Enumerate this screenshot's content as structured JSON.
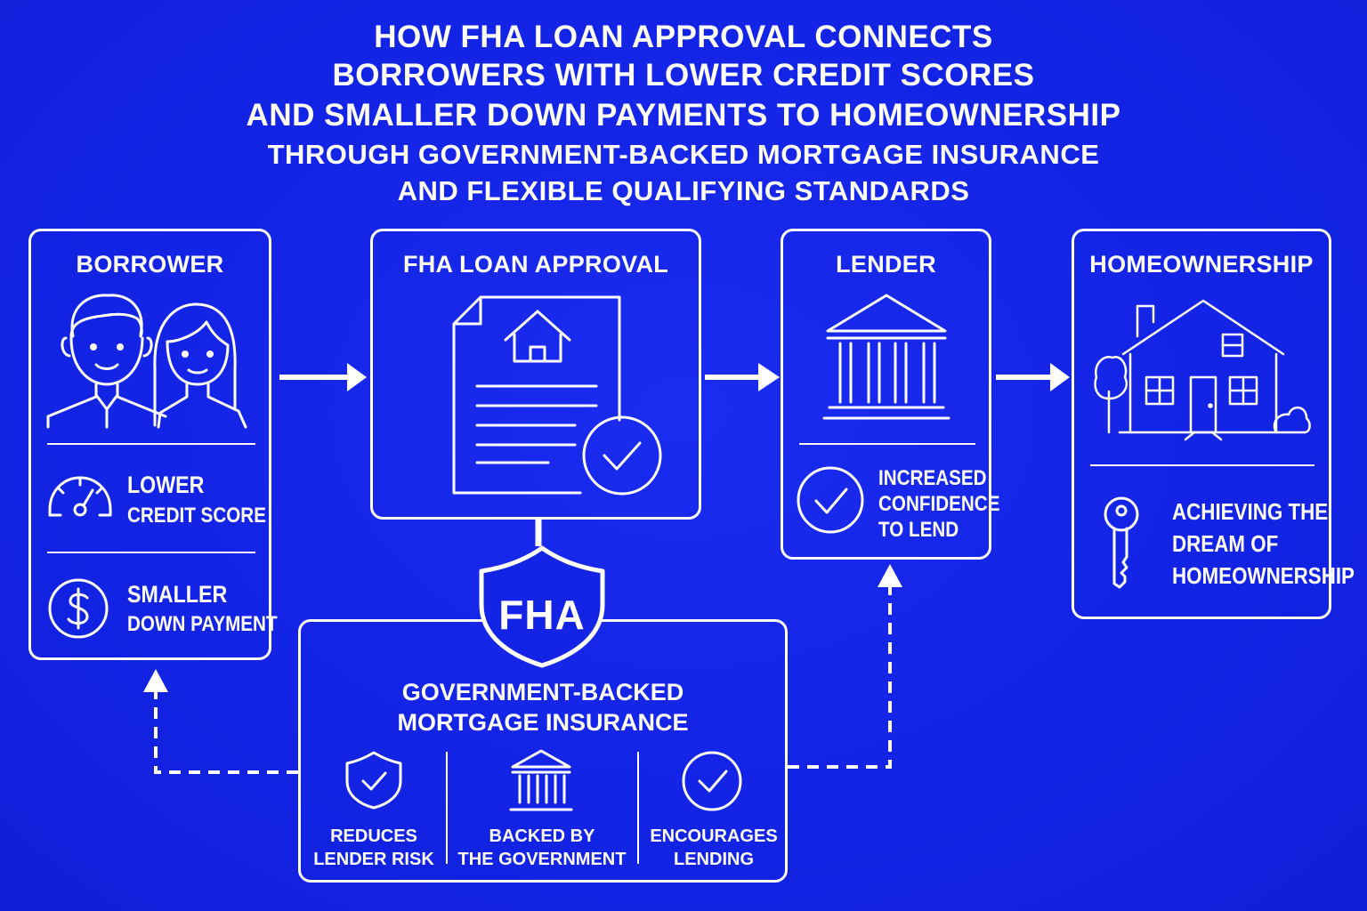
{
  "title": {
    "line1": "HOW FHA LOAN APPROVAL CONNECTS",
    "line2": "BORROWERS WITH LOWER CREDIT SCORES",
    "line3": "AND SMALLER DOWN PAYMENTS TO HOMEOWNERSHIP",
    "line4": "THROUGH GOVERNMENT-BACKED MORTGAGE INSURANCE",
    "line5": "AND FLEXIBLE QUALIFYING STANDARDS"
  },
  "borrower": {
    "title": "BORROWER",
    "item1_line1": "LOWER",
    "item1_line2": "CREDIT SCORE",
    "item2_line1": "SMALLER",
    "item2_line2": "DOWN PAYMENT"
  },
  "approval": {
    "title": "FHA LOAN APPROVAL"
  },
  "lender": {
    "title": "LENDER",
    "line1": "INCREASED",
    "line2": "CONFIDENCE",
    "line3": "TO LEND"
  },
  "home": {
    "title": "HOMEOWNERSHIP",
    "line1": "ACHIEVING THE",
    "line2": "DREAM OF",
    "line3": "HOMEOWNERSHIP"
  },
  "insurance": {
    "shield_label": "FHA",
    "title_line1": "GOVERNMENT-BACKED",
    "title_line2": "MORTGAGE INSURANCE",
    "col1_line1": "REDUCES",
    "col1_line2": "LENDER RISK",
    "col2_line1": "BACKED BY",
    "col2_line2": "THE GOVERNMENT",
    "col3_line1": "ENCOURAGES",
    "col3_line2": "LENDING"
  },
  "colors": {
    "background": "#1424e6",
    "foreground": "#ffffff"
  }
}
